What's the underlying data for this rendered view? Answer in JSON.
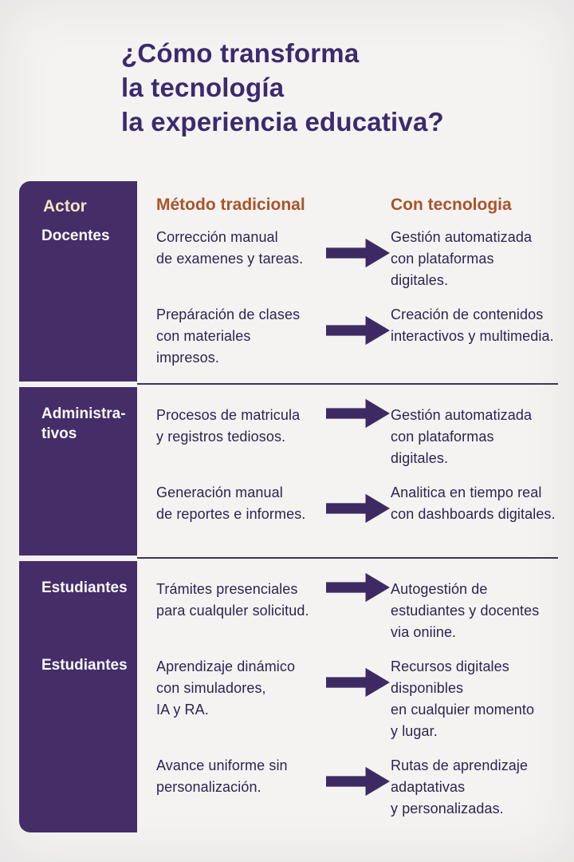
{
  "title": "¿Cómo transforma\nla tecnología\nla experiencia educativa?",
  "colors": {
    "background": "#f5f3f1",
    "sidebar_purple": "#452d68",
    "title_purple": "#3c2a6e",
    "header_orange": "#a9542a",
    "body_text": "#2d2452",
    "actor_header_cream": "#f1e6c2",
    "arrow_purple": "#3e2a63",
    "divider": "#3f3650"
  },
  "icons": {
    "transform_arrow": "arrow-right-icon"
  },
  "table": {
    "header": {
      "actor": "Actor",
      "traditional": "Método tradicional",
      "technology": "Con tecnologia"
    },
    "sections": [
      {
        "rows": [
          {
            "actor": "Docentes",
            "traditional": "Corrección manual\nde examenes y tareas.",
            "technology": "Gestión automatizada\ncon plataformas\ndigitales."
          },
          {
            "actor": "",
            "traditional": "Prepáración de clases\ncon materiales\nimpresos.",
            "technology": "Creación de contenidos\ninteractivos y multimedia."
          }
        ]
      },
      {
        "rows": [
          {
            "actor": "Administra-\ntivos",
            "traditional": "Procesos de matricula\ny registros tediosos.",
            "technology": "Gestión automatizada\ncon plataformas\ndigitales."
          },
          {
            "actor": "",
            "traditional": "Generación manual\nde reportes e informes.",
            "technology": "Analitica en tiempo real\ncon dashboards digitales."
          }
        ]
      },
      {
        "rows": [
          {
            "actor": "Estudiantes",
            "traditional": "Trámites presenciales\npara cualquler solicitud.",
            "technology": "Autogestión de\nestudiantes y docentes\nvia oniine."
          },
          {
            "actor": "Estudiantes",
            "traditional": "Aprendizaje dinámico\ncon simuladores,\nIA y RA.",
            "technology": "Recursos digitales\ndisponibles\nen cualquier momento\ny lugar."
          },
          {
            "actor": "",
            "traditional": "Avance uniforme sin\npersonalización.",
            "technology": "Rutas de aprendizaje\nadaptativas\ny personalizadas."
          }
        ]
      }
    ]
  }
}
